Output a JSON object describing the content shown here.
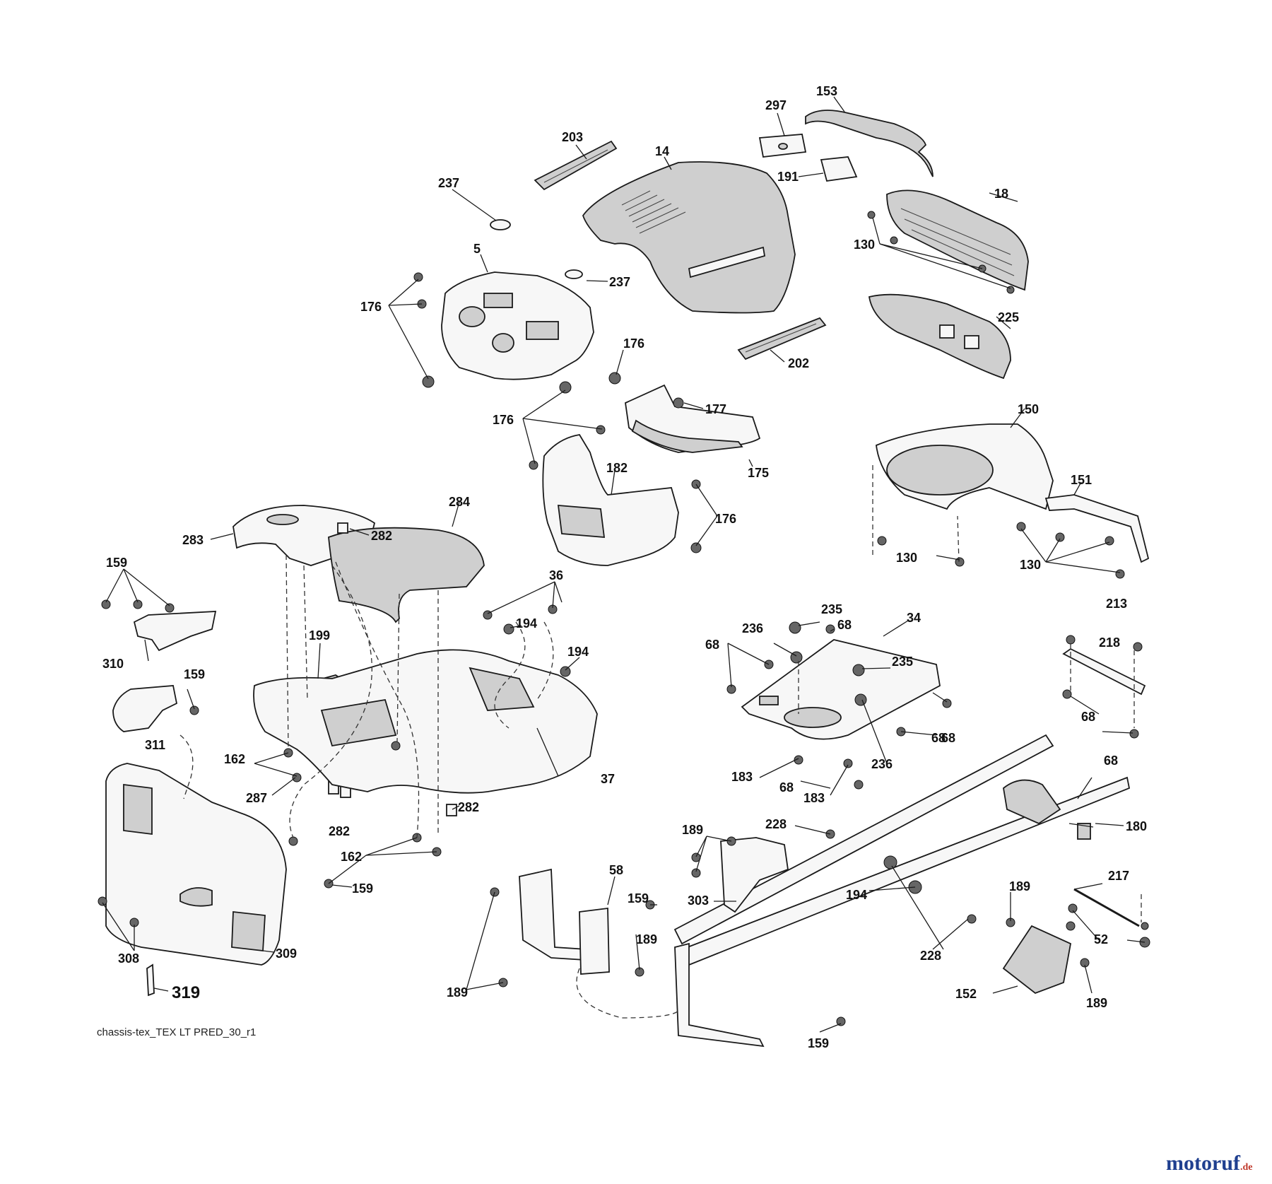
{
  "diagram": {
    "caption": "chassis-tex_TEX LT PRED_30_r1",
    "watermark": {
      "brand": "motoruf",
      "suffix": ".de",
      "brand_color": "#1f3f8f",
      "suffix_color": "#c0392b"
    },
    "callouts": [
      "153",
      "297",
      "203",
      "14",
      "191",
      "18",
      "237",
      "130",
      "5",
      "237",
      "176",
      "225",
      "176",
      "202",
      "177",
      "176",
      "150",
      "175",
      "182",
      "176",
      "151",
      "284",
      "283",
      "282",
      "130",
      "130",
      "159",
      "36",
      "194",
      "199",
      "194",
      "310",
      "235",
      "236",
      "68",
      "34",
      "68",
      "235",
      "159",
      "311",
      "68",
      "162",
      "236",
      "68",
      "183",
      "37",
      "287",
      "183",
      "68",
      "213",
      "218",
      "68",
      "68",
      "282",
      "282",
      "162",
      "159",
      "180",
      "189",
      "228",
      "58",
      "303",
      "159",
      "194",
      "189",
      "217",
      "189",
      "308",
      "309",
      "52",
      "228",
      "152",
      "189",
      "319",
      "189",
      "159"
    ]
  }
}
